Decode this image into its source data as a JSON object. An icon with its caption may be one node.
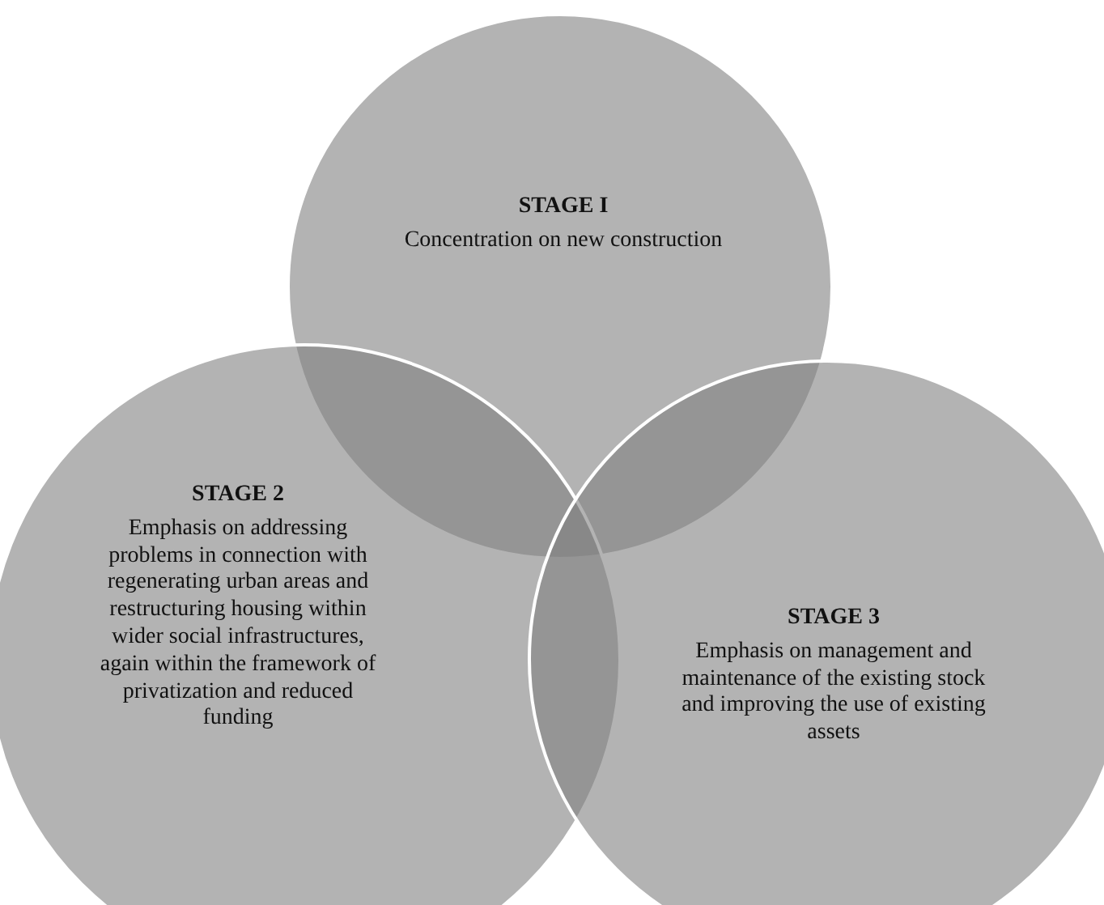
{
  "diagram": {
    "nodes": [
      {
        "text": [
          "STAGE I",
          "Concentration on new construction"
        ]
      },
      {
        "text": [
          "STAGE 2",
          "Emphasis on addressing problems in connection with regenerating urban areas and restructuring housing within wider social infrastructures, again within the framework of privatization and reduced funding"
        ]
      },
      {
        "text": [
          "STAGE 3",
          "Emphasis on management and maintenance of the existing stock and improving the use of existing assets"
        ]
      }
    ]
  }
}
